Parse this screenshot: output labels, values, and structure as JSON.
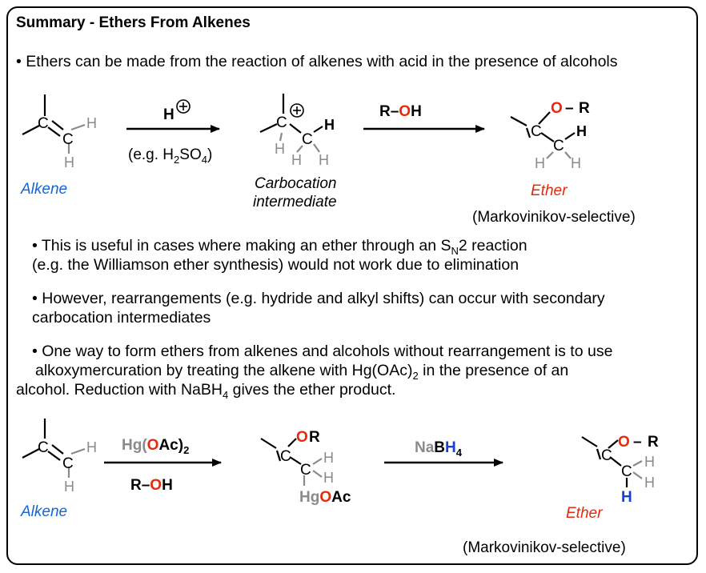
{
  "title": "Summary - Ethers From Alkenes",
  "bullets": {
    "b1": "• Ethers can be made from the reaction of alkenes with acid in the presence of alcohols",
    "b2a_pre": "• This is useful in cases where making an ether through an S",
    "b2a_sub": "N",
    "b2a_post": "2 reaction",
    "b2b": "(e.g. the Williamson ether synthesis) would not work due to elimination",
    "b3a": "• However, rearrangements (e.g. hydride and alkyl shifts) can occur with secondary",
    "b3b": "carbocation intermediates",
    "b4a": "• One way to form ethers from alkenes and alcohols without rearrangement is to use",
    "b4b": "alkoxymercuration by treating the alkene with Hg(OAc)",
    "b4b_sub": "2",
    "b4b_post": " in the presence of an",
    "b4c_pre": "alcohol. Reduction with NaBH",
    "b4c_sub": "4",
    "b4c_post": " gives the ether product."
  },
  "reaction1": {
    "reagent_H": "H",
    "example_pre": "(e.g. H",
    "example_sub1": "2",
    "example_mid": "SO",
    "example_sub2": "4",
    "example_post": ")",
    "reagent2_R": "R–",
    "reagent2_O": "O",
    "reagent2_H": "H",
    "label_alkene": "Alkene",
    "label_carbocation_1": "Carbocation",
    "label_carbocation_2": "intermediate",
    "label_ether": "Ether",
    "label_selectivity": "(Markovinikov-selective)"
  },
  "reaction2": {
    "reagent1_Hg": "Hg(",
    "reagent1_O": "O",
    "reagent1_Ac": "Ac)",
    "reagent1_sub": "2",
    "reagent2_R": "R–",
    "reagent2_O": "O",
    "reagent2_H": "H",
    "reagent3_Na": "Na",
    "reagent3_B": "B",
    "reagent3_H": "H",
    "reagent3_sub": "4",
    "label_alkene": "Alkene",
    "label_ether": "Ether",
    "label_selectivity": "(Markovinikov-selective)"
  },
  "atoms": {
    "C": "C",
    "H": "H",
    "O": "O",
    "R": "R",
    "dash": "–",
    "Hg": "Hg",
    "OAc_O": "O",
    "OAc_Ac": "Ac"
  },
  "colors": {
    "oxygen_red": "#e8290b",
    "label_blue": "#1565d8",
    "hydride_blue": "#1440d8",
    "gray": "#8a8a8a",
    "text": "#000000"
  }
}
